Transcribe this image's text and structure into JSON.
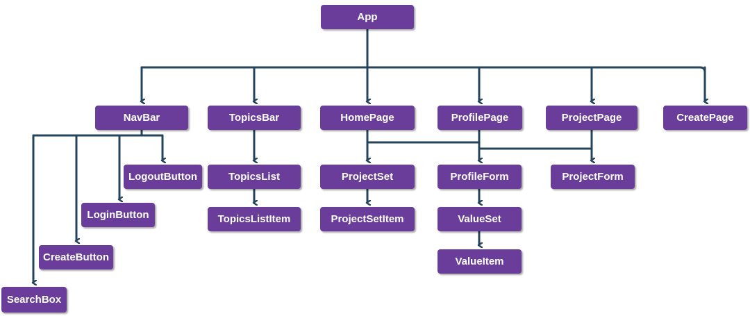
{
  "nodes": {
    "app": "App",
    "navbar": "NavBar",
    "topicsbar": "TopicsBar",
    "homepage": "HomePage",
    "profilepage": "ProfilePage",
    "projectpage": "ProjectPage",
    "createpage": "CreatePage",
    "logout_button": "LogoutButton",
    "login_button": "LoginButton",
    "create_button": "CreateButton",
    "search_box": "SearchBox",
    "topics_list": "TopicsList",
    "topics_list_item": "TopicsListItem",
    "project_set": "ProjectSet",
    "project_set_item": "ProjectSetItem",
    "profile_form": "ProfileForm",
    "value_set": "ValueSet",
    "value_item": "ValueItem",
    "project_form": "ProjectForm"
  },
  "edges": [
    [
      "app",
      "navbar"
    ],
    [
      "app",
      "topicsbar"
    ],
    [
      "app",
      "homepage"
    ],
    [
      "app",
      "profilepage"
    ],
    [
      "app",
      "projectpage"
    ],
    [
      "app",
      "createpage"
    ],
    [
      "navbar",
      "search_box"
    ],
    [
      "navbar",
      "create_button"
    ],
    [
      "navbar",
      "login_button"
    ],
    [
      "navbar",
      "logout_button"
    ],
    [
      "topicsbar",
      "topics_list"
    ],
    [
      "topics_list",
      "topics_list_item"
    ],
    [
      "homepage",
      "project_set"
    ],
    [
      "profilepage",
      "project_set"
    ],
    [
      "project_set",
      "project_set_item"
    ],
    [
      "profilepage",
      "profile_form"
    ],
    [
      "projectpage",
      "profile_form"
    ],
    [
      "projectpage",
      "project_form"
    ],
    [
      "profile_form",
      "value_set"
    ],
    [
      "value_set",
      "value_item"
    ]
  ],
  "colors": {
    "node_fill": "#6a3d9a",
    "node_text": "#ffffff",
    "edge": "#24445c"
  }
}
